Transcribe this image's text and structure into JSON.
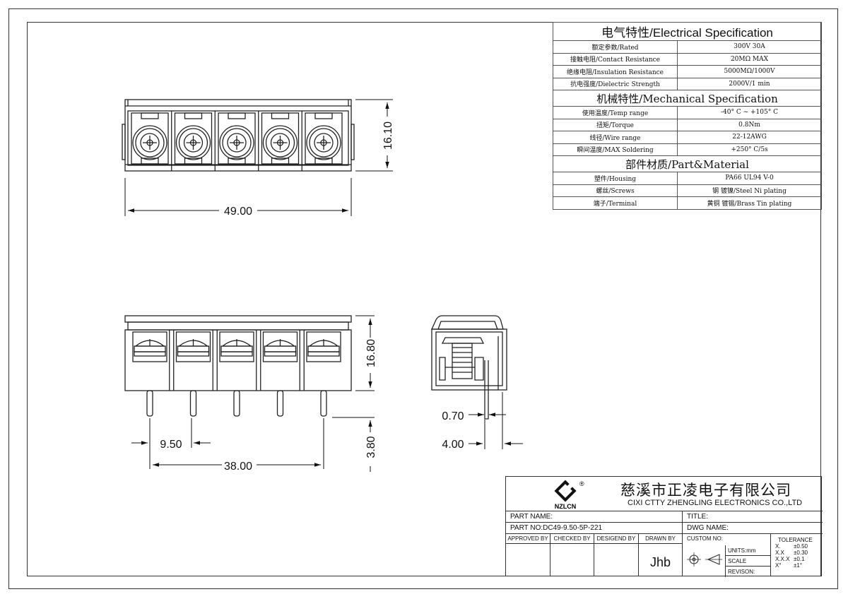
{
  "spec_table": {
    "electrical_title": "电气特性/Electrical Specification",
    "electrical": [
      {
        "label": "额定参数/Rated",
        "value": "300V  30A"
      },
      {
        "label": "接触电阻/Contact Resistance",
        "value": "20MΩ MAX"
      },
      {
        "label": "绝缘电阻/Insulation Resistance",
        "value": "5000MΩ/1000V"
      },
      {
        "label": "抗电强度/Dielectric Strength",
        "value": "2000V/1 min"
      }
    ],
    "mechanical_title": "机械特性/Mechanical Specification",
    "mechanical": [
      {
        "label": "使用温度/Temp range",
        "value": "-40° C ~ +105° C"
      },
      {
        "label": "扭矩/Torque",
        "value": "0.8Nm"
      },
      {
        "label": "线径/Wire range",
        "value": "22-12AWG"
      },
      {
        "label": "瞬间温度/MAX Soldering",
        "value": "+250° C/5s"
      }
    ],
    "material_title": "部件材质/Part&Material",
    "material": [
      {
        "label": "塑件/Housing",
        "value": "PA66 UL94 V-0"
      },
      {
        "label": "螺丝/Screws",
        "value": "钢 镀镍/Steel Ni plating"
      },
      {
        "label": "端子/Terminal",
        "value": "黄铜 镀锡/Brass Tin  plating"
      }
    ]
  },
  "dimensions": {
    "top_width": "49.00",
    "top_height": "16.10",
    "front_height": "16.80",
    "pin_length": "3.80",
    "pitch": "9.50",
    "pin_span": "38.00",
    "pin_thickness": "0.70",
    "side_offset": "4.00"
  },
  "title_block": {
    "company_cn": "慈溪市正凌电子有限公司",
    "company_en": "CIXI CTTY ZHENGLING ELECTRONICS CO.,LTD",
    "logo_text": "NZLCN",
    "logo_mark": "®",
    "part_name_label": "PART NAME:",
    "title_label": "TITLE:",
    "part_no_label": "PART NO:",
    "part_no_value": "DC49-9.50-5P-221",
    "dwg_name_label": "DWG NAME:",
    "approved_by": "APPROVED BY",
    "checked_by": "CHECKED BY",
    "designed_by": "DESIGEND BY",
    "drawn_by": "DRAWN BY",
    "drawn_by_value": "Jhb",
    "custom_no": "CUSTOM NO:",
    "units": "UNITS:mm",
    "scale": "SCALE",
    "revision": "REVISON:",
    "tolerance": "TOLERANCE",
    "tolerances": [
      {
        "k": "X.",
        "v": "±0.50"
      },
      {
        "k": "X.X",
        "v": "±0.30"
      },
      {
        "k": "X.X.X",
        "v": "±0.1"
      },
      {
        "k": "X°",
        "v": "±1°"
      }
    ]
  }
}
